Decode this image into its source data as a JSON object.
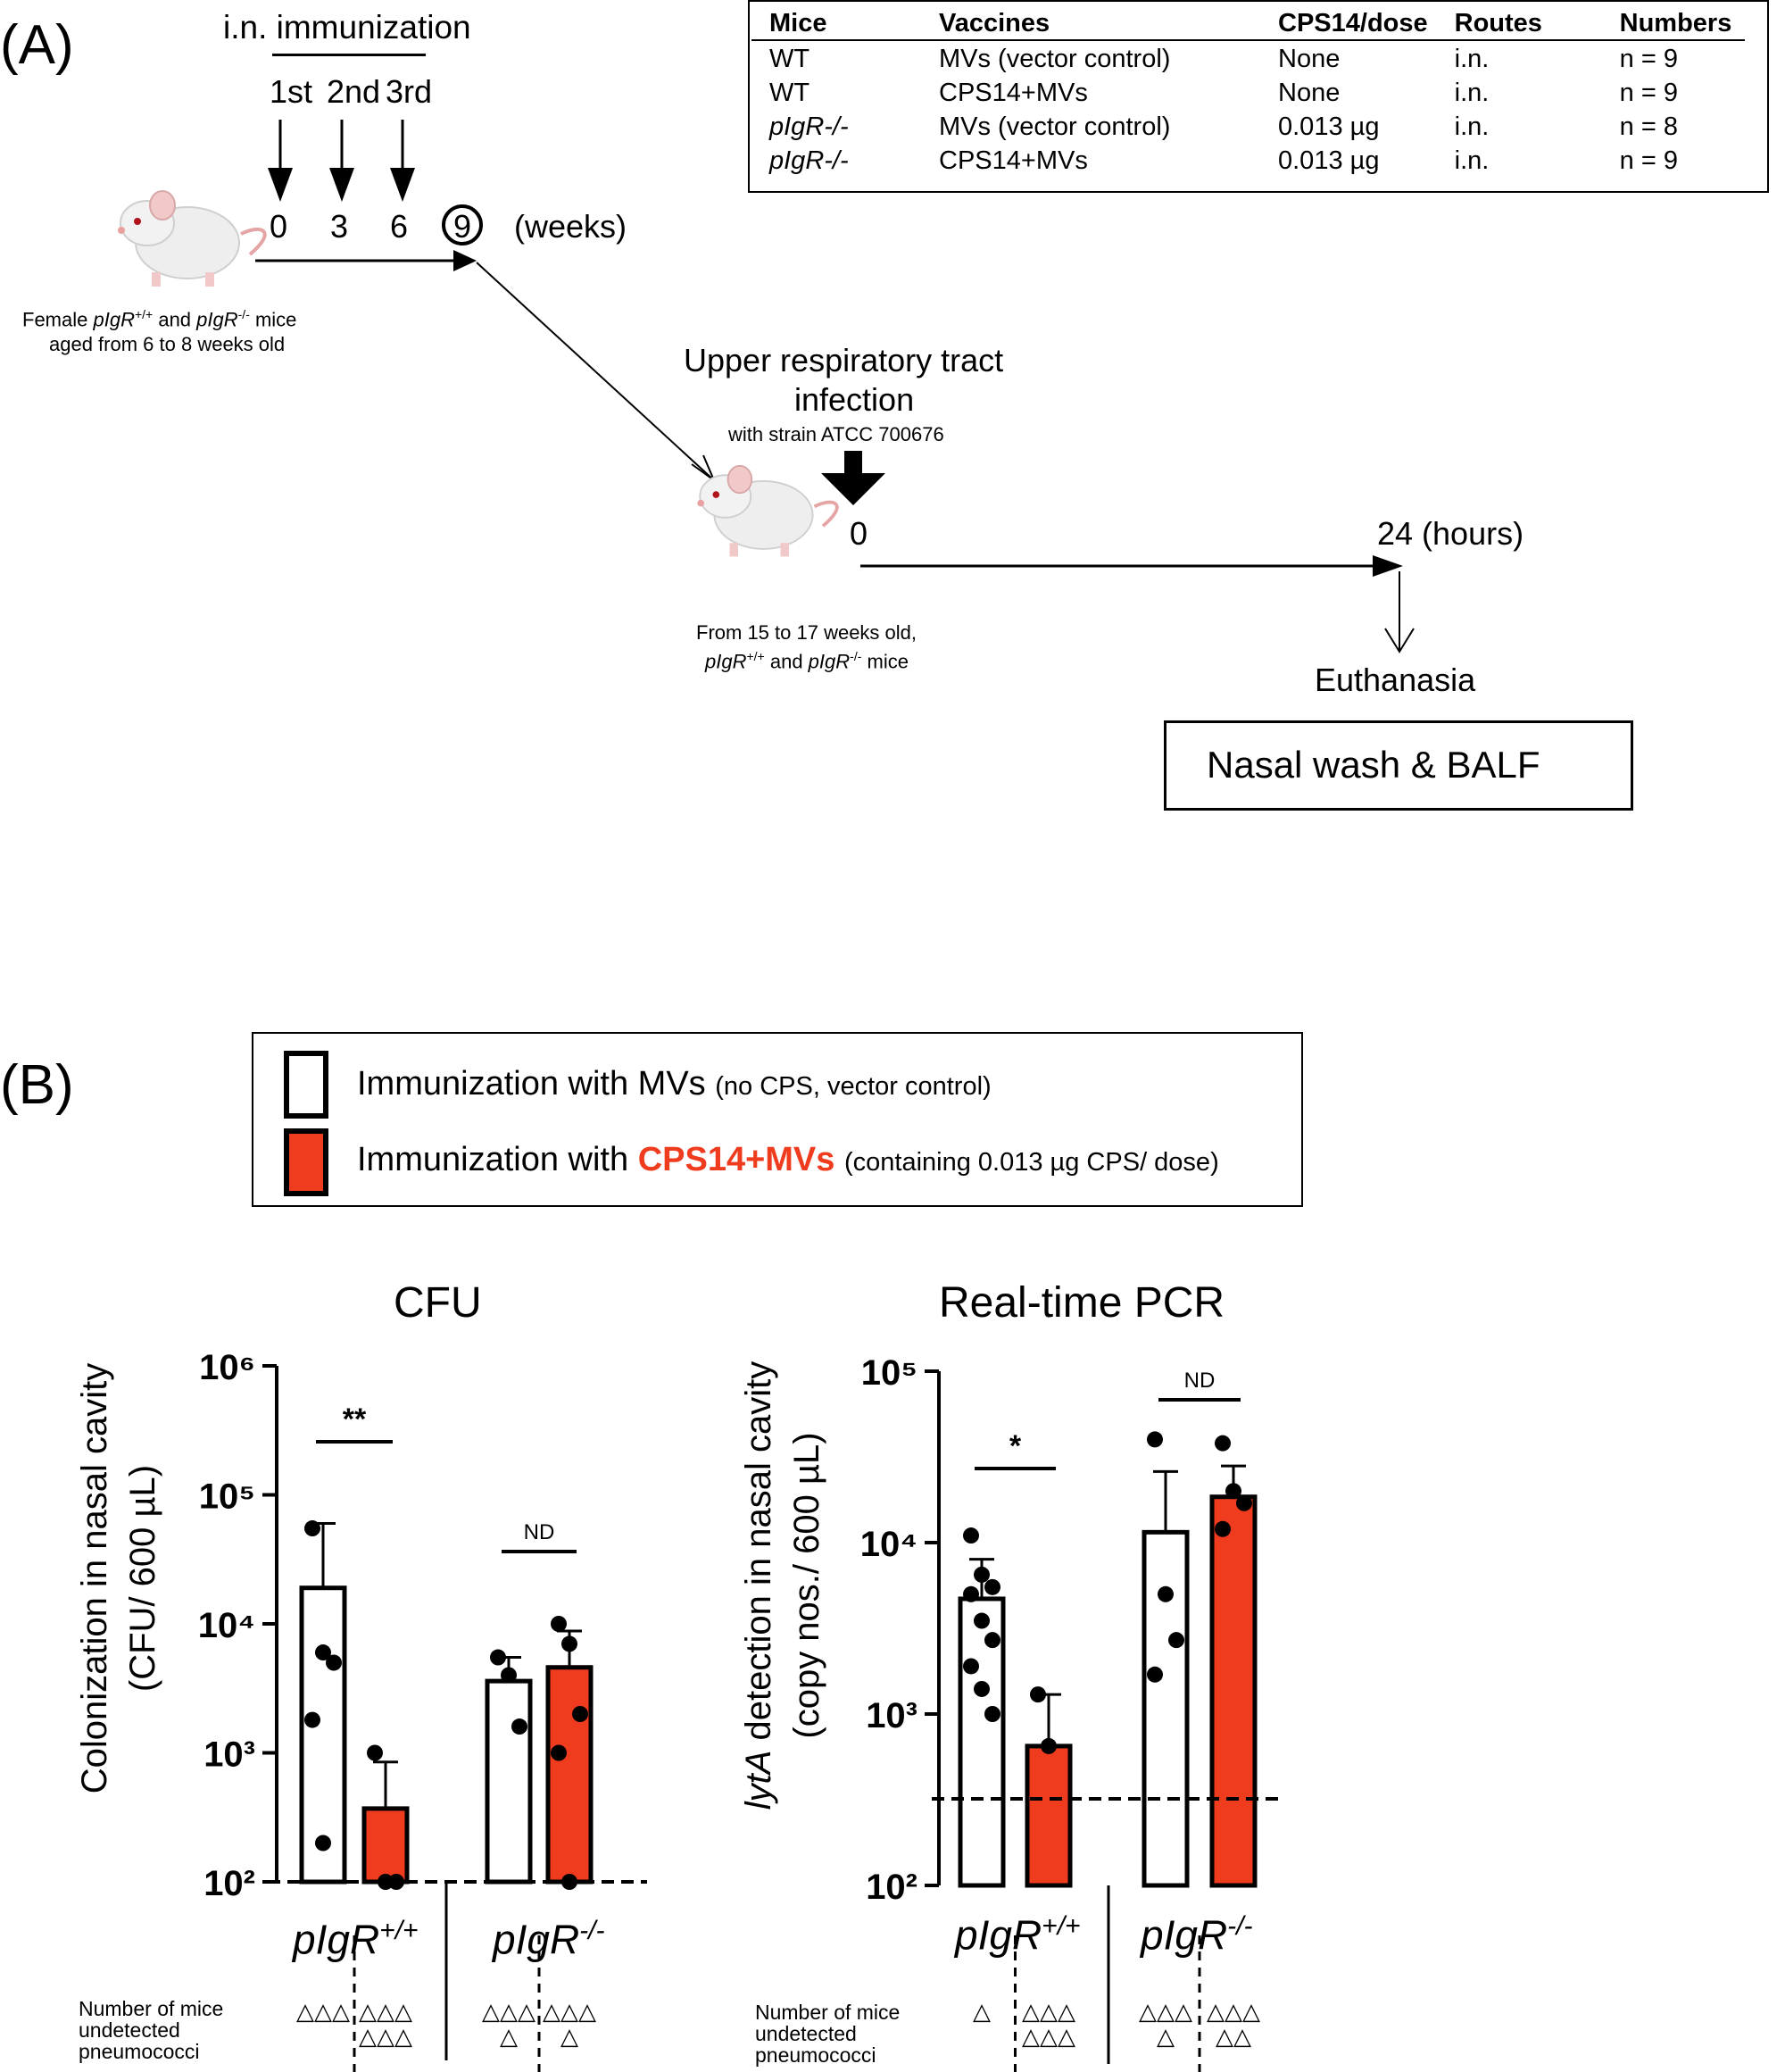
{
  "panel_a": {
    "label": "(A)",
    "schedule": {
      "title": "i.n. immunization",
      "doses": [
        "1st",
        "2nd",
        "3rd"
      ],
      "weeks": [
        "0",
        "3",
        "6",
        "9"
      ],
      "unit": "(weeks)"
    },
    "mice_caption_1": "Female pIgR+/+ and pIgR-/- mice",
    "mice_caption_2": "aged from 6 to 8 weeks old",
    "infection_title_1": "Upper respiratory tract",
    "infection_title_2": "infection",
    "infection_strain": "with strain ATCC 700676",
    "infection_start": "0",
    "infection_end": "24 (hours)",
    "mice2_caption_1": "From 15 to 17 weeks old,",
    "mice2_caption_2": "pIgR+/+ and pIgR-/- mice",
    "euthanasia": "Euthanasia",
    "samples": "Nasal wash & BALF",
    "table": {
      "headers": [
        "Mice",
        "Vaccines",
        "CPS14/dose",
        "Routes",
        "Numbers"
      ],
      "rows": [
        [
          "WT",
          "MVs (vector control)",
          "None",
          "i.n.",
          "n = 9"
        ],
        [
          "WT",
          "CPS14+MVs",
          "None",
          "i.n.",
          "n = 9"
        ],
        [
          "pIgR-/-",
          "MVs (vector control)",
          "0.013 µg",
          "i.n.",
          "n = 8"
        ],
        [
          "pIgR-/-",
          "CPS14+MVs",
          "0.013 µg",
          "i.n.",
          "n = 9"
        ]
      ]
    }
  },
  "panel_b": {
    "label": "(B)",
    "legend": {
      "item1_main": "Immunization with MVs",
      "item1_note": "(no CPS, vector control)",
      "item2_main": "Immunization with",
      "item2_highlight": "CPS14+MVs",
      "item2_note": "(containing 0.013 µg CPS/ dose)"
    },
    "undetected_label": [
      "Number of mice",
      "undetected",
      "pneumococci"
    ],
    "group_labels": [
      "pIgR+/+",
      "pIgR-/-"
    ],
    "colors": {
      "mvs_fill": "#ffffff",
      "cps_fill": "#f03c1e",
      "outline": "#000000"
    }
  },
  "chart_data": [
    {
      "type": "bar",
      "title": "CFU",
      "ylabel": "Colonization in nasal cavity (CFU/ 600 µL)",
      "yscale": "log",
      "ylim": [
        100,
        1000000
      ],
      "yticks": [
        "10²",
        "10³",
        "10⁴",
        "10⁵",
        "10⁶"
      ],
      "detection_limit": 100,
      "groups": [
        "pIgR+/+",
        "pIgR-/-"
      ],
      "series": [
        {
          "name": "Immunization with MVs",
          "values": [
            19000,
            3600
          ],
          "error_upper": [
            60000,
            5500
          ],
          "points": [
            [
              55000,
              6000,
              5000,
              1800,
              200
            ],
            [
              5500,
              4000,
              1600
            ]
          ]
        },
        {
          "name": "Immunization with CPS14+MVs",
          "values": [
            370,
            4600
          ],
          "error_upper": [
            850,
            8800
          ],
          "points": [
            [
              1000,
              100,
              100
            ],
            [
              10000,
              7000,
              2000,
              1000,
              100
            ]
          ]
        }
      ],
      "significance": [
        "**",
        "ND"
      ],
      "undetected_mice": [
        [
          "△△△",
          "△△△ △△△"
        ],
        [
          "△△△ △",
          "△△△ △"
        ]
      ]
    },
    {
      "type": "bar",
      "title": "Real-time PCR",
      "ylabel": "lytA detection in nasal cavity (copy nos./ 600 µL)",
      "yscale": "log",
      "ylim": [
        100,
        100000
      ],
      "yticks": [
        "10²",
        "10³",
        "10⁴",
        "10⁵"
      ],
      "detection_limit": 320,
      "groups": [
        "pIgR+/+",
        "pIgR-/-"
      ],
      "series": [
        {
          "name": "Immunization with MVs",
          "values": [
            4700,
            11500
          ],
          "error_upper": [
            8000,
            26000
          ],
          "points": [
            [
              11000,
              6500,
              5500,
              5000,
              3500,
              2700,
              1900,
              1400,
              1000
            ],
            [
              40000,
              5000,
              2700,
              1700
            ]
          ]
        },
        {
          "name": "Immunization with CPS14+MVs",
          "values": [
            650,
            18500
          ],
          "error_upper": [
            1300,
            28000
          ],
          "points": [
            [
              1300,
              650
            ],
            [
              38000,
              20000,
              17000,
              12000
            ]
          ]
        }
      ],
      "significance": [
        "*",
        "ND"
      ],
      "undetected_mice": [
        [
          "△",
          "△△△ △△△"
        ],
        [
          "△△△ △",
          "△△△ △△"
        ]
      ]
    }
  ]
}
